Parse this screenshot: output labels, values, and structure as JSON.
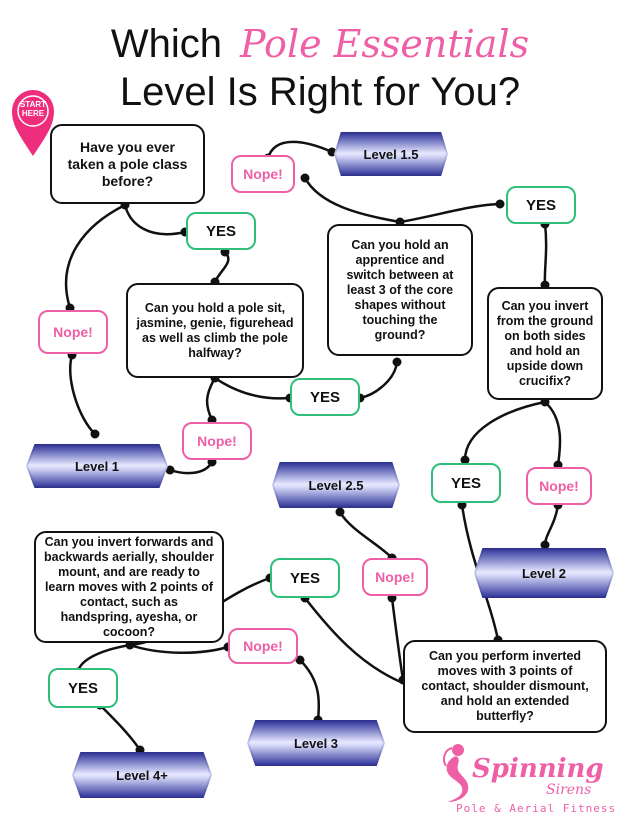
{
  "title": {
    "line1_prefix": "Which",
    "line1_brand": "Pole Essentials",
    "line2": "Level Is Right for You?"
  },
  "start_pin": {
    "label": "START HERE"
  },
  "questions": {
    "q1": "Have you ever taken a pole class before?",
    "q2": "Can you hold a pole sit, jasmine, genie, figurehead as well as climb the pole halfway?",
    "q3": "Can you hold an apprentice and switch between at least 3 of the core shapes without touching the ground?",
    "q4": "Can you invert from the ground on both sides and hold an upside down crucifix?",
    "q5": "Can you perform inverted moves with 3 points of contact, shoulder dismount, and hold an extended butterfly?",
    "q6": "Can you invert forwards and backwards aerially, shoulder mount, and are ready to learn moves with 2 points of contact, such as handspring, ayesha, or cocoon?"
  },
  "answers": {
    "yes": "YES",
    "nope": "Nope!"
  },
  "levels": {
    "level1": "Level 1",
    "level15": "Level 1.5",
    "level2": "Level 2",
    "level25": "Level 2.5",
    "level3": "Level 3",
    "level4": "Level 4+"
  },
  "logo": {
    "name": "Spinning",
    "sub": "Sirens",
    "tagline": "Pole & Aerial Fitness"
  },
  "colors": {
    "yes_border": "#2fbf7a",
    "nope_border": "#ee5fa6",
    "brand_pink": "#ee5fa6",
    "level_fill": "#2b2f8c"
  }
}
